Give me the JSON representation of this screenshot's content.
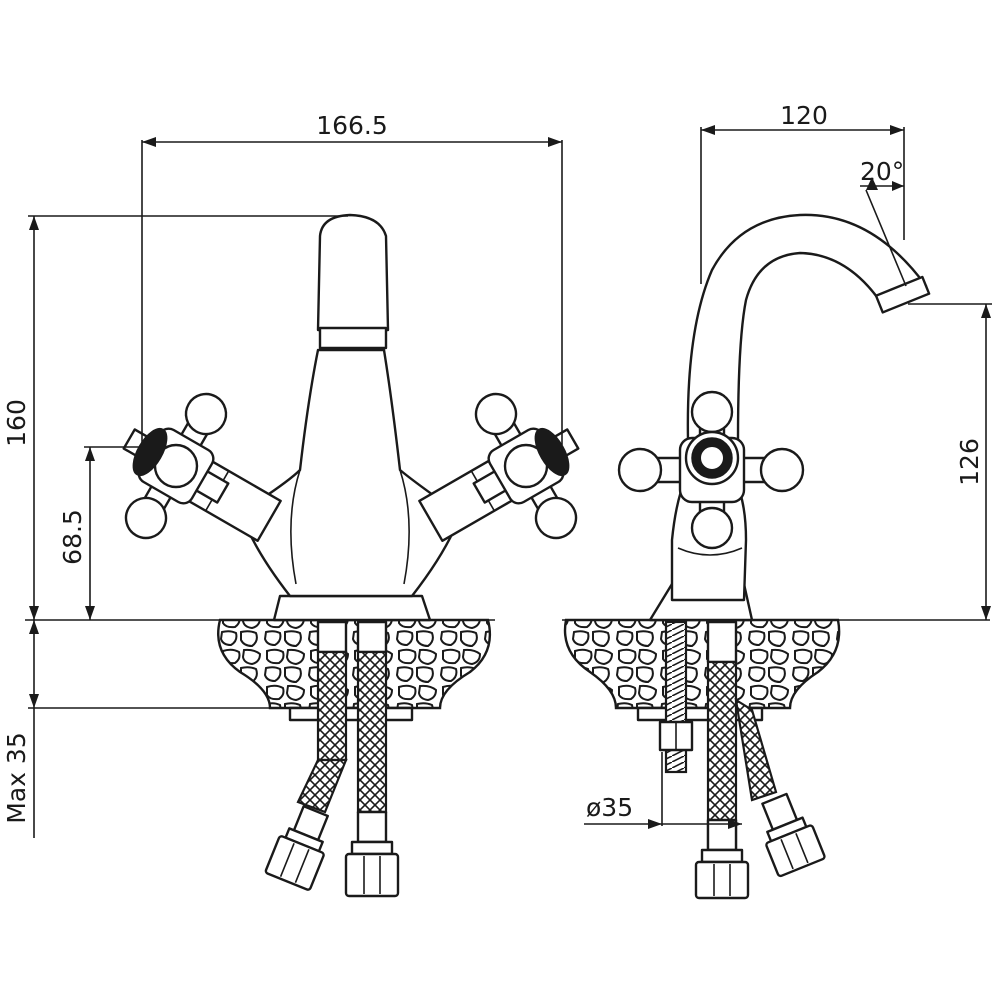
{
  "labels": {
    "width_front": "166.5",
    "height_total": "160",
    "handle_height": "68.5",
    "max_deck": "Max 35",
    "width_side": "120",
    "spout_angle": "20°",
    "spout_height": "126",
    "mount_diameter": "ø35"
  },
  "colors": {
    "line": "#1a1a1a",
    "background": "#ffffff"
  }
}
